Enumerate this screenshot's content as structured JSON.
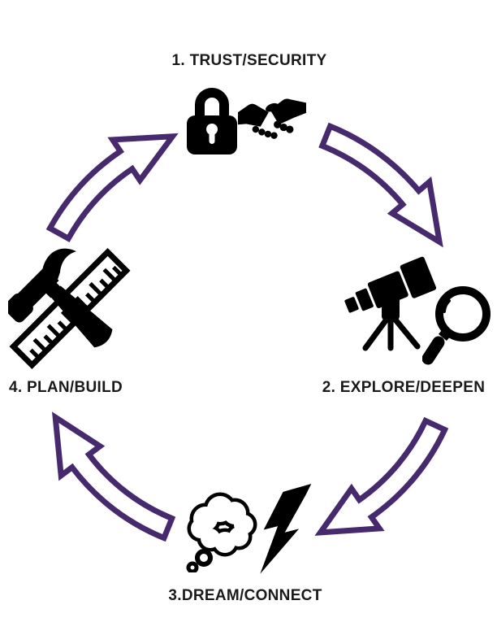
{
  "diagram": {
    "type": "cycle",
    "flow": "clockwise",
    "stages": [
      {
        "number": "1",
        "label": "1. TRUST/SECURITY",
        "icons": [
          "lock-icon",
          "handshake-icon"
        ]
      },
      {
        "number": "2",
        "label": "2. EXPLORE/DEEPEN",
        "icons": [
          "telescope-icon",
          "magnifying-glass-icon"
        ]
      },
      {
        "number": "3",
        "label": "3.DREAM/CONNECT",
        "icons": [
          "thought-bubble-icon",
          "lightning-bolt-icon"
        ]
      },
      {
        "number": "4",
        "label": "4. PLAN/BUILD",
        "icons": [
          "hammer-icon",
          "ruler-icon"
        ]
      }
    ],
    "colors": {
      "arrow": "#472a6d",
      "icon": "#000000",
      "text": "#1a1a1a",
      "background": "#ffffff"
    }
  }
}
